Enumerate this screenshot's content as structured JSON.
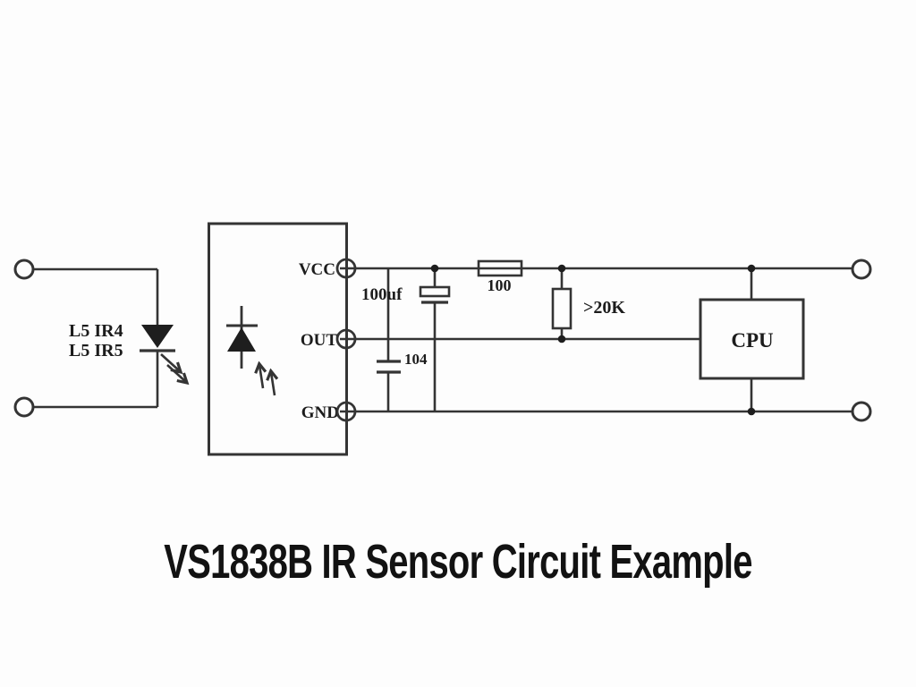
{
  "title": "VS1838B IR Sensor Circuit Example",
  "circuit": {
    "emitter": {
      "label1": "L5 IR4",
      "label2": "L5 IR5"
    },
    "pins": {
      "vcc": "VCC",
      "out": "OUT",
      "gnd": "GND"
    },
    "parts": {
      "cap_electrolytic": "100uf",
      "cap_ceramic": "104",
      "res_series": "100",
      "res_pullup": ">20K",
      "cpu": "CPU"
    },
    "colors": {
      "stroke": "#343434",
      "text": "#1c1c1c",
      "background": "#fdfdfd"
    }
  }
}
